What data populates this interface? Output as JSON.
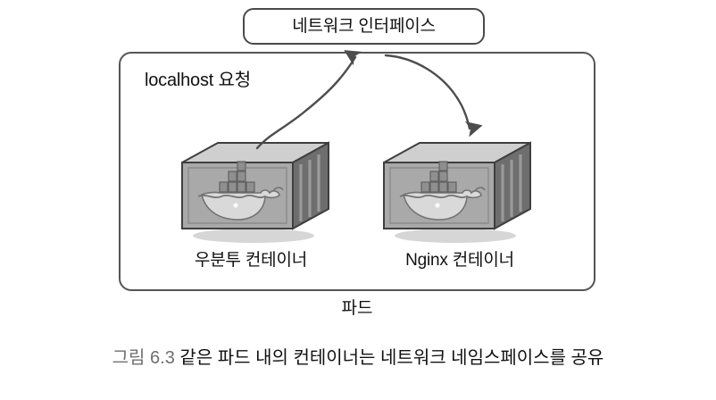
{
  "figure": {
    "network_interface": {
      "label": "네트워크 인터페이스"
    },
    "pod": {
      "label": "파드",
      "localhost_note": "localhost 요청",
      "containers": [
        {
          "name": "ubuntu-container",
          "label": "우분투 컨테이너",
          "icon": "docker-container-icon"
        },
        {
          "name": "nginx-container",
          "label": "Nginx 컨테이너",
          "icon": "docker-container-icon"
        }
      ]
    },
    "arrows": [
      {
        "name": "arrow-ubuntu-to-nic",
        "from": "ubuntu-container",
        "to": "network-interface",
        "direction": "up"
      },
      {
        "name": "arrow-nic-to-nginx",
        "from": "network-interface",
        "to": "nginx-container",
        "direction": "down"
      }
    ],
    "caption": {
      "number": "그림 6.3",
      "text": "같은 파드 내의 컨테이너는 네트워크 네임스페이스를 공유"
    },
    "colors": {
      "box_border": "#4a4a4a",
      "pod_border": "#555555",
      "arrow": "#4d4d4d",
      "container_body": "#a9a9a9",
      "container_top": "#cfcfcf",
      "container_end": "#6e6e6e",
      "caption_number": "#6f6f6f",
      "text": "#111111",
      "background": "#ffffff"
    }
  }
}
